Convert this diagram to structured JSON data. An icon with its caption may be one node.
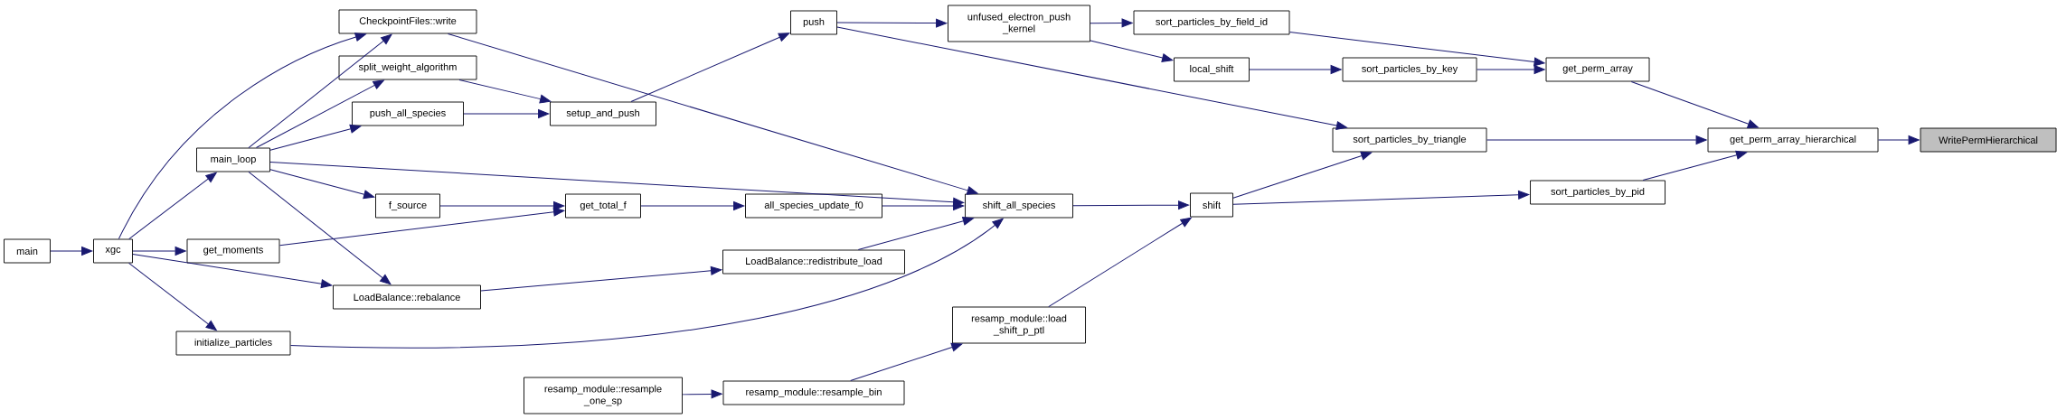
{
  "diagram": {
    "nodes": [
      {
        "text": [
          "main"
        ]
      },
      {
        "text": [
          "xgc"
        ]
      },
      {
        "text": [
          "main_loop"
        ]
      },
      {
        "text": [
          "get_moments"
        ]
      },
      {
        "text": [
          "initialize_particles"
        ]
      },
      {
        "text": [
          "CheckpointFiles::write"
        ]
      },
      {
        "text": [
          "split_weight_algorithm"
        ]
      },
      {
        "text": [
          "push_all_species"
        ]
      },
      {
        "text": [
          "f_source"
        ]
      },
      {
        "text": [
          "LoadBalance::rebalance"
        ]
      },
      {
        "text": [
          "setup_and_push"
        ]
      },
      {
        "text": [
          "get_total_f"
        ]
      },
      {
        "text": [
          "resamp_module::resample _one_sp"
        ]
      },
      {
        "text": [
          "push"
        ]
      },
      {
        "text": [
          "all_species_update_f0"
        ]
      },
      {
        "text": [
          "LoadBalance::redistribute_load"
        ]
      },
      {
        "text": [
          "resamp_module::resample_bin"
        ]
      },
      {
        "text": [
          "unfused_electron_push _kernel"
        ]
      },
      {
        "text": [
          "shift_all_species"
        ]
      },
      {
        "text": [
          "resamp_module::load _shift_p_ptl"
        ]
      },
      {
        "text": [
          "sort_particles_by_field_id"
        ]
      },
      {
        "text": [
          "local_shift"
        ]
      },
      {
        "text": [
          "shift"
        ]
      },
      {
        "text": [
          "sort_particles_by_key"
        ]
      },
      {
        "text": [
          "sort_particles_by_triangle"
        ]
      },
      {
        "text": [
          "get_perm_array"
        ]
      },
      {
        "text": [
          "sort_particles_by_pid"
        ]
      },
      {
        "text": [
          "get_perm_array_hierarchical"
        ]
      },
      {
        "text": [
          "WritePermHierarchical"
        ]
      }
    ],
    "edges": [
      {
        "from": 0,
        "to": 1,
        "arrow": "to"
      },
      {
        "from": 1,
        "to": 2,
        "arrow": "to"
      },
      {
        "from": 1,
        "to": 5,
        "arrow": "to"
      },
      {
        "from": 1,
        "to": 3,
        "arrow": "to"
      },
      {
        "from": 1,
        "to": 9,
        "arrow": "to"
      },
      {
        "from": 1,
        "to": 4,
        "arrow": "to"
      },
      {
        "from": 2,
        "to": 5,
        "arrow": "to"
      },
      {
        "from": 2,
        "to": 6,
        "arrow": "to"
      },
      {
        "from": 2,
        "to": 7,
        "arrow": "to"
      },
      {
        "from": 2,
        "to": 18,
        "arrow": "to"
      },
      {
        "from": 2,
        "to": 8,
        "arrow": "to"
      },
      {
        "from": 2,
        "to": 9,
        "arrow": "to"
      },
      {
        "from": 6,
        "to": 10,
        "arrow": "to"
      },
      {
        "from": 7,
        "to": 10,
        "arrow": "to"
      },
      {
        "from": 10,
        "to": 13,
        "arrow": "to"
      },
      {
        "from": 5,
        "to": 18,
        "arrow": "to"
      },
      {
        "from": 8,
        "to": 11,
        "arrow": "to"
      },
      {
        "from": 3,
        "to": 11,
        "arrow": "to"
      },
      {
        "from": 11,
        "to": 14,
        "arrow": "to"
      },
      {
        "from": 14,
        "to": 18,
        "arrow": "to"
      },
      {
        "from": 9,
        "to": 15,
        "arrow": "to"
      },
      {
        "from": 15,
        "to": 18,
        "arrow": "to"
      },
      {
        "from": 4,
        "to": 18,
        "arrow": "to"
      },
      {
        "from": 12,
        "to": 16,
        "arrow": "to"
      },
      {
        "from": 16,
        "to": 19,
        "arrow": "to"
      },
      {
        "from": 19,
        "to": 22,
        "arrow": "to"
      },
      {
        "from": 18,
        "to": 22,
        "arrow": "to"
      },
      {
        "from": 13,
        "to": 17,
        "arrow": "to"
      },
      {
        "from": 13,
        "to": 24,
        "arrow": "to"
      },
      {
        "from": 17,
        "to": 20,
        "arrow": "to"
      },
      {
        "from": 17,
        "to": 21,
        "arrow": "to"
      },
      {
        "from": 21,
        "to": 23,
        "arrow": "to"
      },
      {
        "from": 20,
        "to": 25,
        "arrow": "to"
      },
      {
        "from": 23,
        "to": 25,
        "arrow": "to"
      },
      {
        "from": 22,
        "to": 24,
        "arrow": "to"
      },
      {
        "from": 22,
        "to": 26,
        "arrow": "to"
      },
      {
        "from": 25,
        "to": 27,
        "arrow": "to"
      },
      {
        "from": 24,
        "to": 27,
        "arrow": "to"
      },
      {
        "from": 26,
        "to": 27,
        "arrow": "to"
      },
      {
        "from": 27,
        "to": 28,
        "arrow": "to"
      }
    ]
  }
}
